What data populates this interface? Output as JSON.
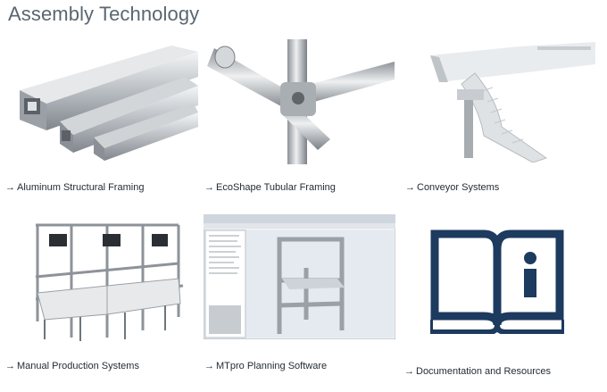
{
  "page": {
    "title": "Assembly Technology"
  },
  "tiles": [
    {
      "label": "Aluminum Structural Framing",
      "arrow": "→",
      "image_icon": "aluminum-profiles-icon"
    },
    {
      "label": "EcoShape Tubular Framing",
      "arrow": "→",
      "image_icon": "tubular-connector-icon"
    },
    {
      "label": "Conveyor Systems",
      "arrow": "→",
      "image_icon": "conveyor-belt-icon"
    },
    {
      "label": "Manual Production Systems",
      "arrow": "→",
      "image_icon": "workstation-line-icon"
    },
    {
      "label": "MTpro Planning Software",
      "arrow": "→",
      "image_icon": "software-screenshot-icon"
    },
    {
      "label": "Documentation and Resources",
      "arrow": "→",
      "image_icon": "info-book-icon"
    }
  ],
  "colors": {
    "title": "#5a6670",
    "book": "#1d3a5f",
    "text": "#1f2a33"
  }
}
